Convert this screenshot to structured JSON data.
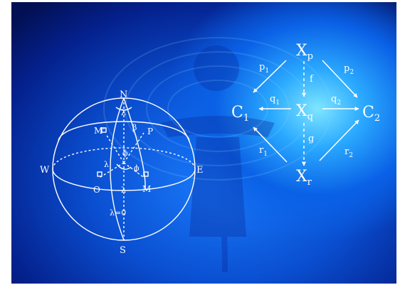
{
  "sphere": {
    "north": "N",
    "south": "S",
    "west": "W",
    "east": "E",
    "point_m_prime": "M'",
    "point_p": "P",
    "point_o": "O",
    "point_m": "M",
    "lambda_top": "λ",
    "beta": "β",
    "phi_top": "ϕ",
    "lambda_mid": "λ",
    "phi_mid": "ϕ",
    "lambda_bottom": "λ",
    "meridian_zero": "λ=0"
  },
  "diagram": {
    "xp": {
      "base": "X",
      "sub": "p"
    },
    "xq": {
      "base": "X",
      "sub": "q"
    },
    "xr": {
      "base": "X",
      "sub": "r"
    },
    "c1": {
      "base": "C",
      "sub": "1"
    },
    "c2": {
      "base": "C",
      "sub": "2"
    },
    "p1": {
      "base": "p",
      "sub": "1"
    },
    "p2": {
      "base": "p",
      "sub": "2"
    },
    "q1": {
      "base": "q",
      "sub": "1"
    },
    "q2": {
      "base": "q",
      "sub": "2"
    },
    "r1": {
      "base": "r",
      "sub": "1"
    },
    "r2": {
      "base": "r",
      "sub": "2"
    },
    "f": "f",
    "g": "g"
  },
  "colors": {
    "line": "#ffffff",
    "background_dark": "#04208c",
    "background_glow": "#7fe6ff"
  }
}
